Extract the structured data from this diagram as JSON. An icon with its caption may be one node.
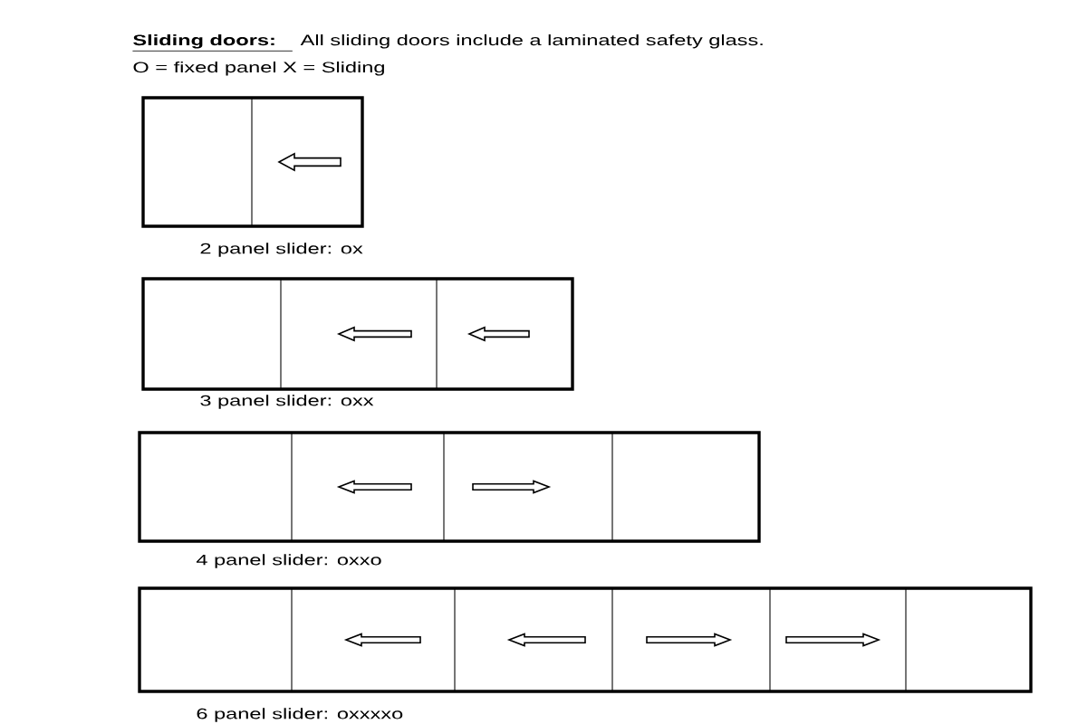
{
  "diagram": {
    "title": "Sliding doors:",
    "nodes": [
      {
        "text": [],
        "shape": "box",
        "beside": [
          "2 panel slider: ox"
        ]
      },
      {
        "text": [],
        "shape": "box",
        "in": 0
      },
      {
        "text": [],
        "shape": "box",
        "in": 0
      },
      {
        "text": [],
        "shape": "box",
        "beside": [
          "3 panel slider: oxx"
        ]
      },
      {
        "text": [],
        "shape": "box",
        "in": 3
      },
      {
        "text": [],
        "shape": "box",
        "in": 3
      },
      {
        "text": [],
        "shape": "box",
        "in": 3
      },
      {
        "text": [],
        "shape": "box",
        "beside": [
          "4 panel slider: oxxo"
        ]
      },
      {
        "text": [],
        "shape": "box",
        "in": 7
      },
      {
        "text": [],
        "shape": "box",
        "in": 7
      },
      {
        "text": [],
        "shape": "box",
        "in": 7
      },
      {
        "text": [],
        "shape": "box",
        "in": 7
      },
      {
        "text": [],
        "shape": "box",
        "beside": [
          "6 panel slider: oxxxxo"
        ]
      },
      {
        "text": [],
        "shape": "box",
        "in": 12
      },
      {
        "text": [],
        "shape": "box",
        "in": 12
      },
      {
        "text": [],
        "shape": "box",
        "in": 12
      },
      {
        "text": [],
        "shape": "box",
        "in": 12
      },
      {
        "text": [],
        "shape": "box",
        "in": 12
      },
      {
        "text": [],
        "shape": "box",
        "in": 12
      }
    ],
    "labels": [
      "All sliding doors include a laminated safety glass.",
      "O = fixed panel X = Sliding"
    ]
  }
}
